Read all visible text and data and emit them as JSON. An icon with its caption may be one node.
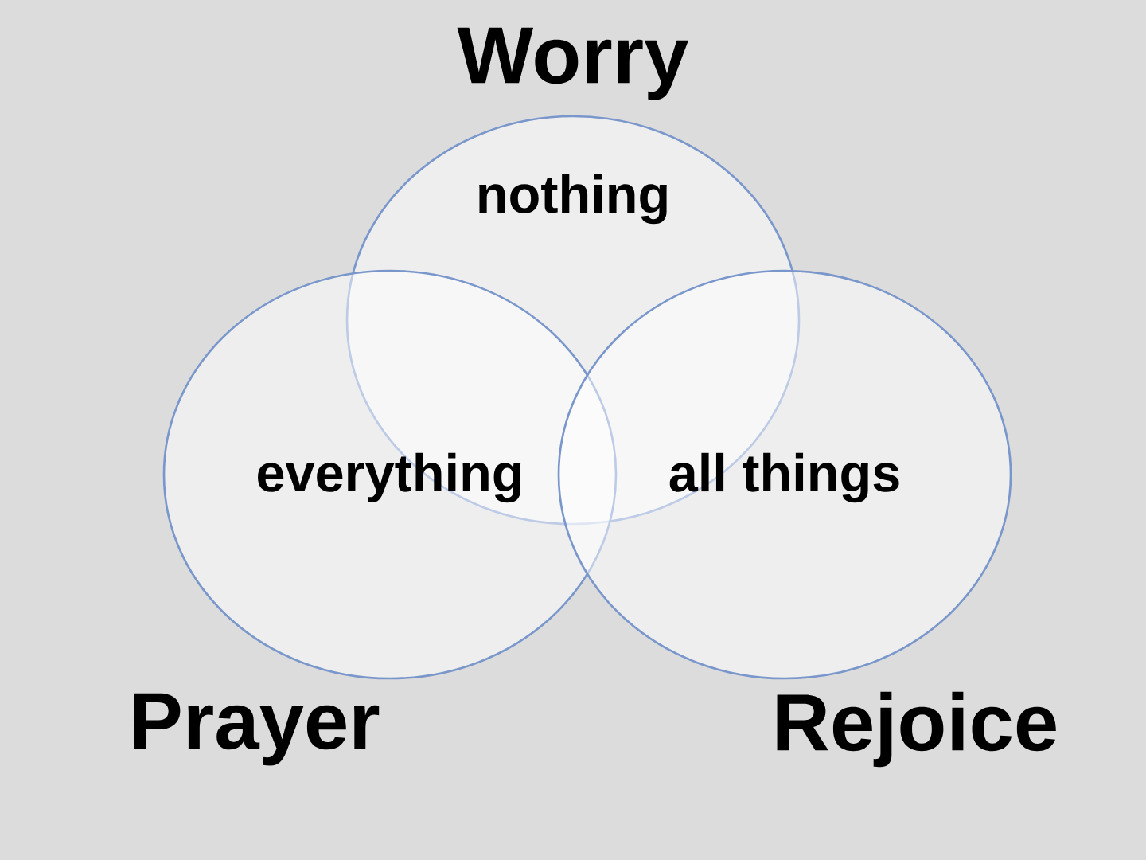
{
  "diagram": {
    "nodes": [
      {
        "text": [
          "Worry",
          "nothing"
        ]
      },
      {
        "text": [
          "everything",
          "Prayer"
        ]
      },
      {
        "text": [
          "all things",
          "Rejoice"
        ]
      }
    ]
  }
}
